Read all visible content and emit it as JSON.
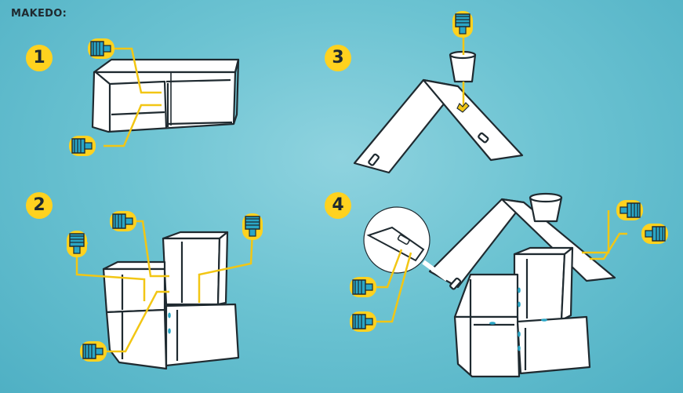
{
  "brand": "MAKEDO:",
  "steps": [
    {
      "number": "1"
    },
    {
      "number": "2"
    },
    {
      "number": "3"
    },
    {
      "number": "4"
    }
  ],
  "colors": {
    "background": "#6cc3d2",
    "badge": "#ffd21f",
    "connector_line": "#f2c614",
    "connector_body": "#2aa6c6",
    "outline": "#1f2a30"
  }
}
